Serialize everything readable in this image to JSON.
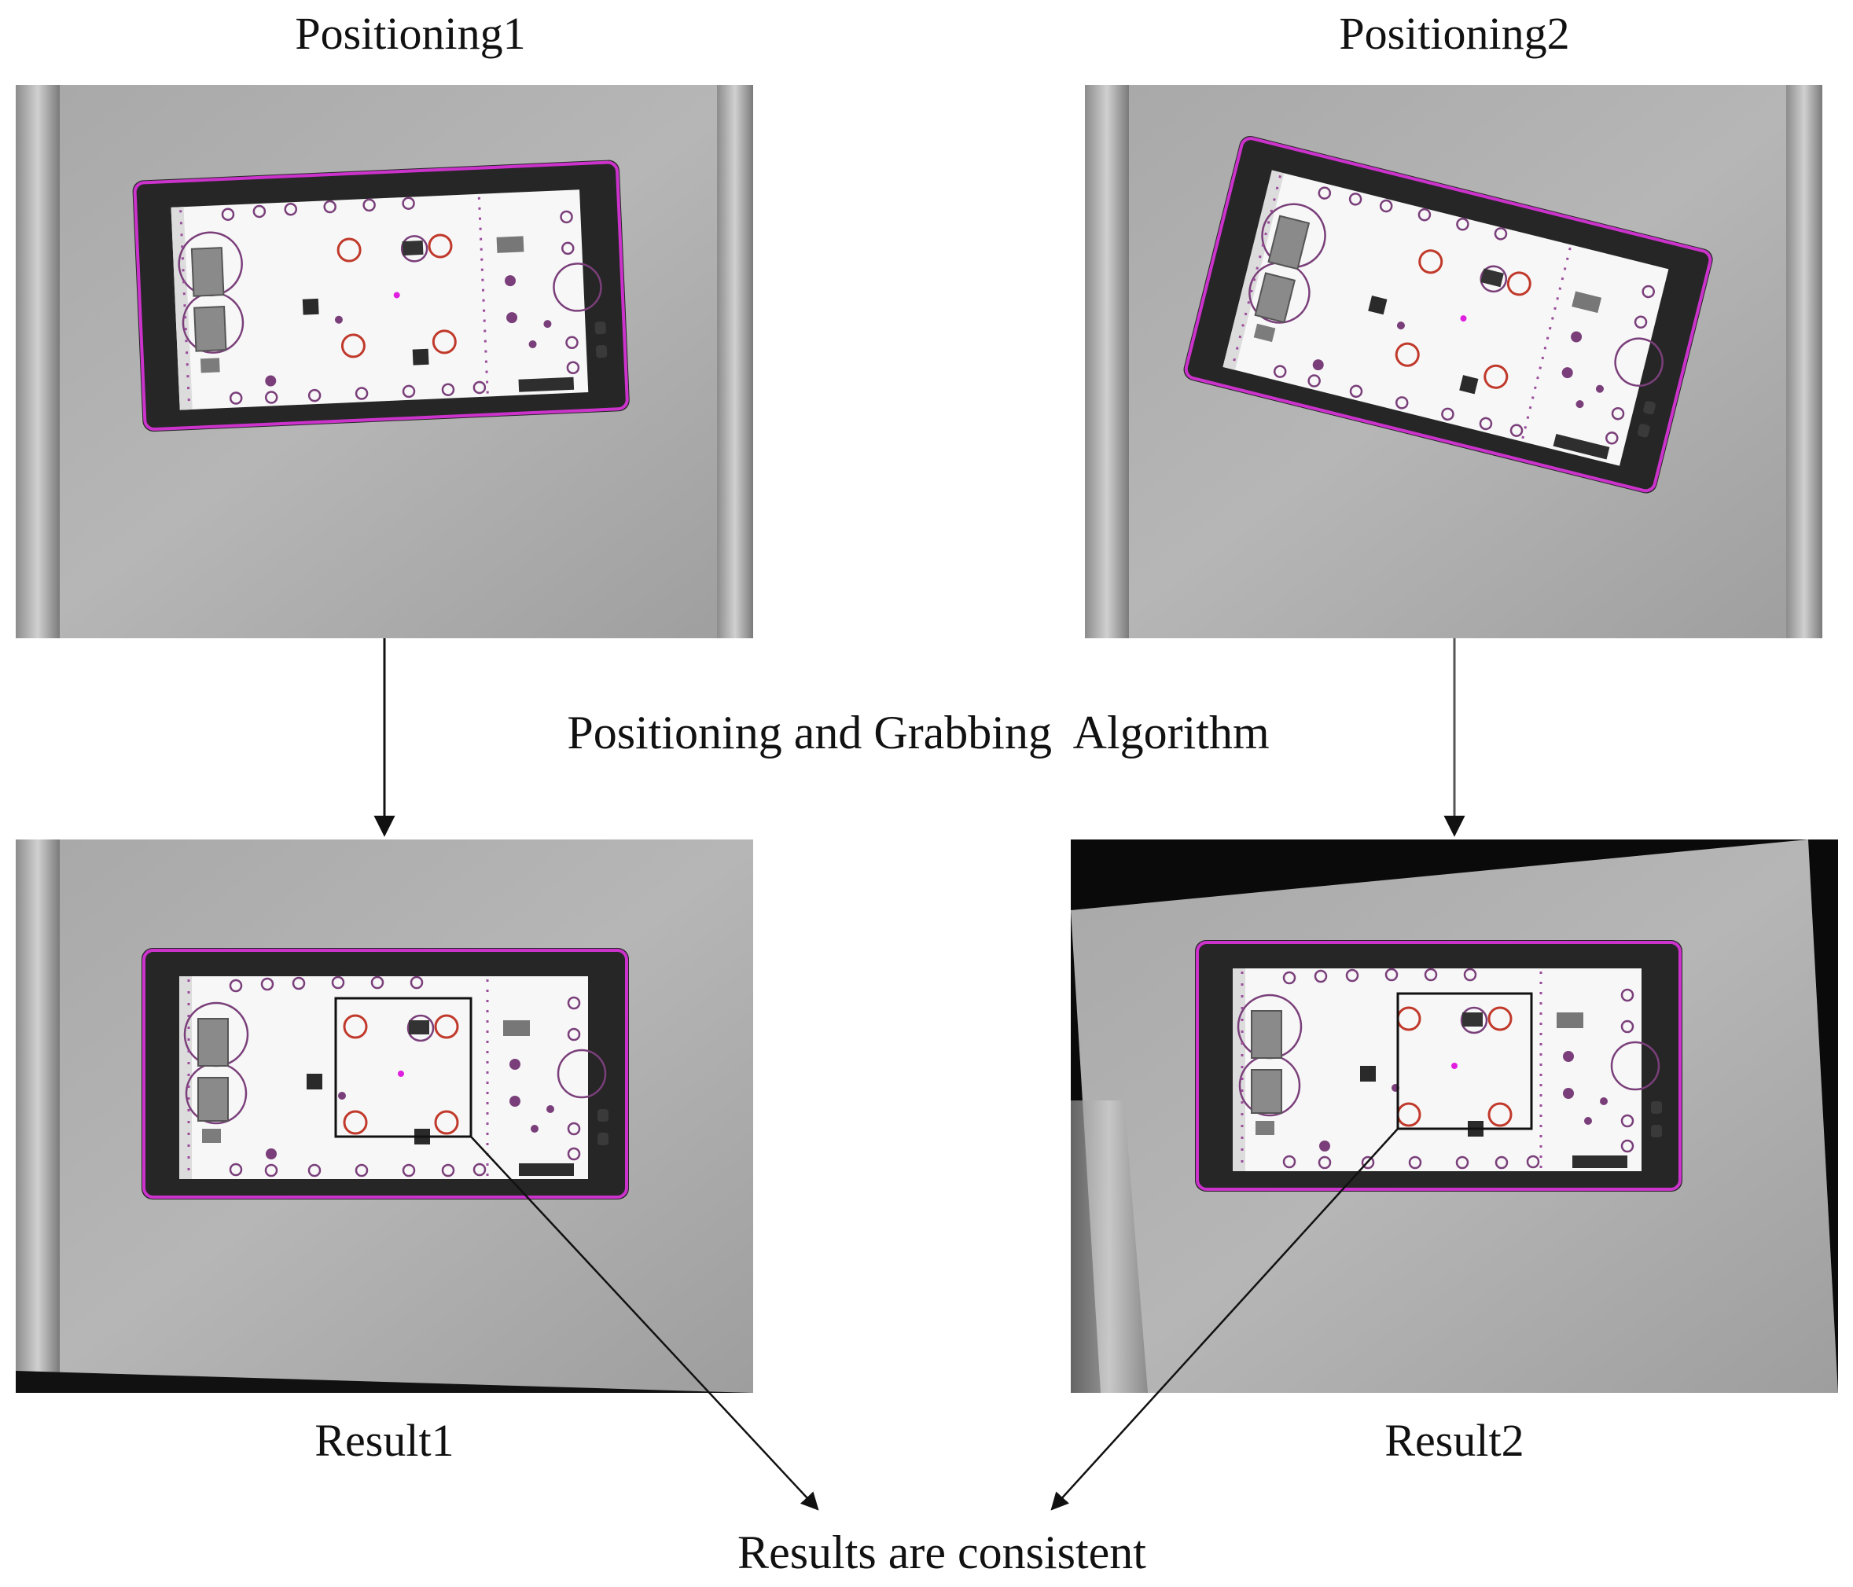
{
  "labels": {
    "positioning1": "Positioning1",
    "positioning2": "Positioning2",
    "algorithm": "Positioning and Grabbing  Algorithm",
    "result1": "Result1",
    "result2": "Result2",
    "conclusion": "Results are consistent"
  },
  "colors": {
    "outline": "#cc33cc",
    "marker_red": "#c0392b",
    "marker_purple": "#7a3f7a",
    "arrow": "#111111"
  }
}
